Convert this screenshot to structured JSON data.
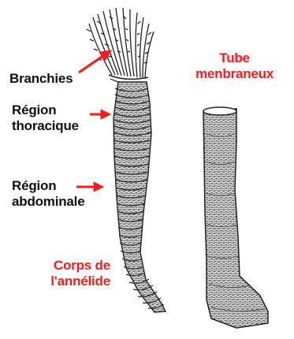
{
  "labels": {
    "branchies": "Branchies",
    "region_thoracique_line1": "Région",
    "region_thoracique_line2": "thoracique",
    "region_abdominale_line1": "Région",
    "region_abdominale_line2": "abdominale",
    "tube_line1": "Tube",
    "tube_line2": "menbraneux",
    "corps_line1": "Corps de",
    "corps_line2": "l'annélide"
  },
  "colors": {
    "label_black": "#111111",
    "label_red": "#ff1a1a",
    "arrow_red": "#ff1a1a",
    "ink": "#333333"
  }
}
